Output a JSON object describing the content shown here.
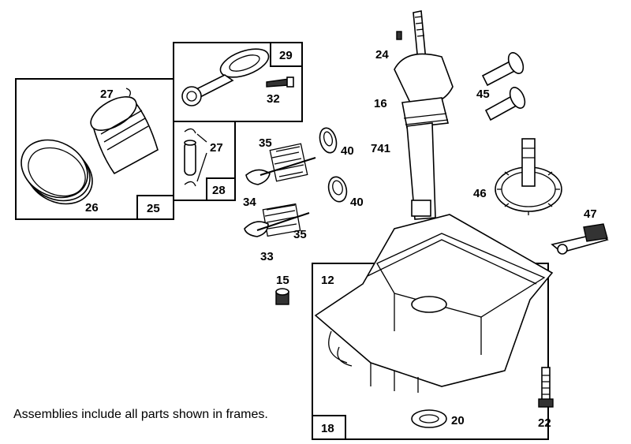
{
  "note": "Assemblies include all parts shown in frames.",
  "labels": {
    "p12": "12",
    "p15": "15",
    "p16": "16",
    "p18": "18",
    "p20": "20",
    "p22": "22",
    "p24": "24",
    "p25": "25",
    "p26": "26",
    "p27a": "27",
    "p27b": "27",
    "p28": "28",
    "p29": "29",
    "p32": "32",
    "p33": "33",
    "p34": "34",
    "p35a": "35",
    "p35b": "35",
    "p40a": "40",
    "p40b": "40",
    "p45": "45",
    "p46": "46",
    "p47": "47",
    "p741": "741"
  }
}
